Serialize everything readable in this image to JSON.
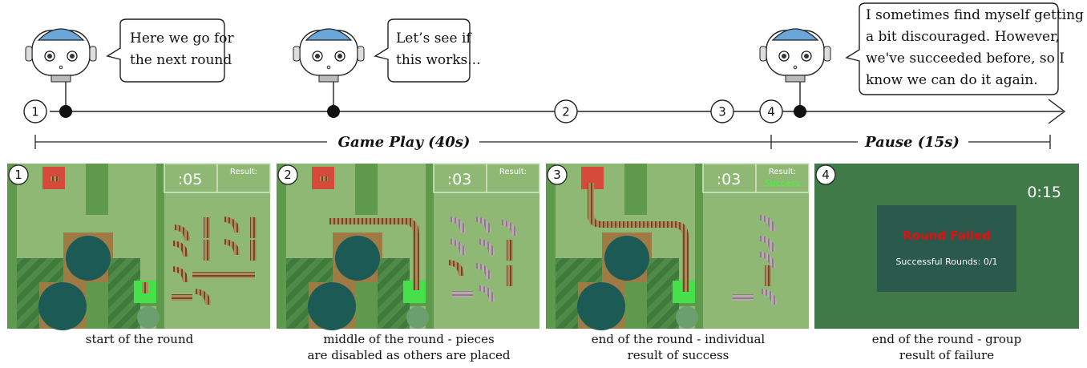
{
  "speech": [
    {
      "lines": [
        "Here we go for",
        "the next round"
      ]
    },
    {
      "lines": [
        "Let’s see if",
        "this works..."
      ]
    },
    {
      "lines": [
        "I sometimes find myself getting",
        "a bit discouraged. However,",
        "we've succeeded before, so I",
        "know we can do it again."
      ]
    }
  ],
  "markers": {
    "m1": "1",
    "m2": "2",
    "m3": "3",
    "m4": "4"
  },
  "phases": {
    "game_play": "Game Play (40s)",
    "pause": "Pause (15s)"
  },
  "panels": [
    {
      "badge": "1",
      "timer": ":05",
      "result_label": "Result:",
      "result_value": ""
    },
    {
      "badge": "2",
      "timer": ":03",
      "result_label": "Result:",
      "result_value": ""
    },
    {
      "badge": "3",
      "timer": ":03",
      "result_label": "Result:",
      "result_value": "Success"
    },
    {
      "badge": "4",
      "timer": "0:15",
      "status": "Round Failed",
      "rounds": "Successful Rounds: 0/1"
    }
  ],
  "captions": [
    {
      "line1": "start of the round",
      "line2": ""
    },
    {
      "line1": "middle of the round - pieces",
      "line2": "are disabled as others are placed"
    },
    {
      "line1": "end of the round - individual",
      "line2": "result of success"
    },
    {
      "line1": "end of the round - group",
      "line2": "result of failure"
    }
  ],
  "colors": {
    "board": "#8fb874",
    "board_dark": "#5f9a4c",
    "tile_brown": "#a07a45",
    "teal": "#1c5b55",
    "red": "#d44b3b",
    "green_block": "#47e04a",
    "success_text": "#33ff33",
    "fail_text": "#e01010",
    "pause_bg": "#3f7a48"
  }
}
